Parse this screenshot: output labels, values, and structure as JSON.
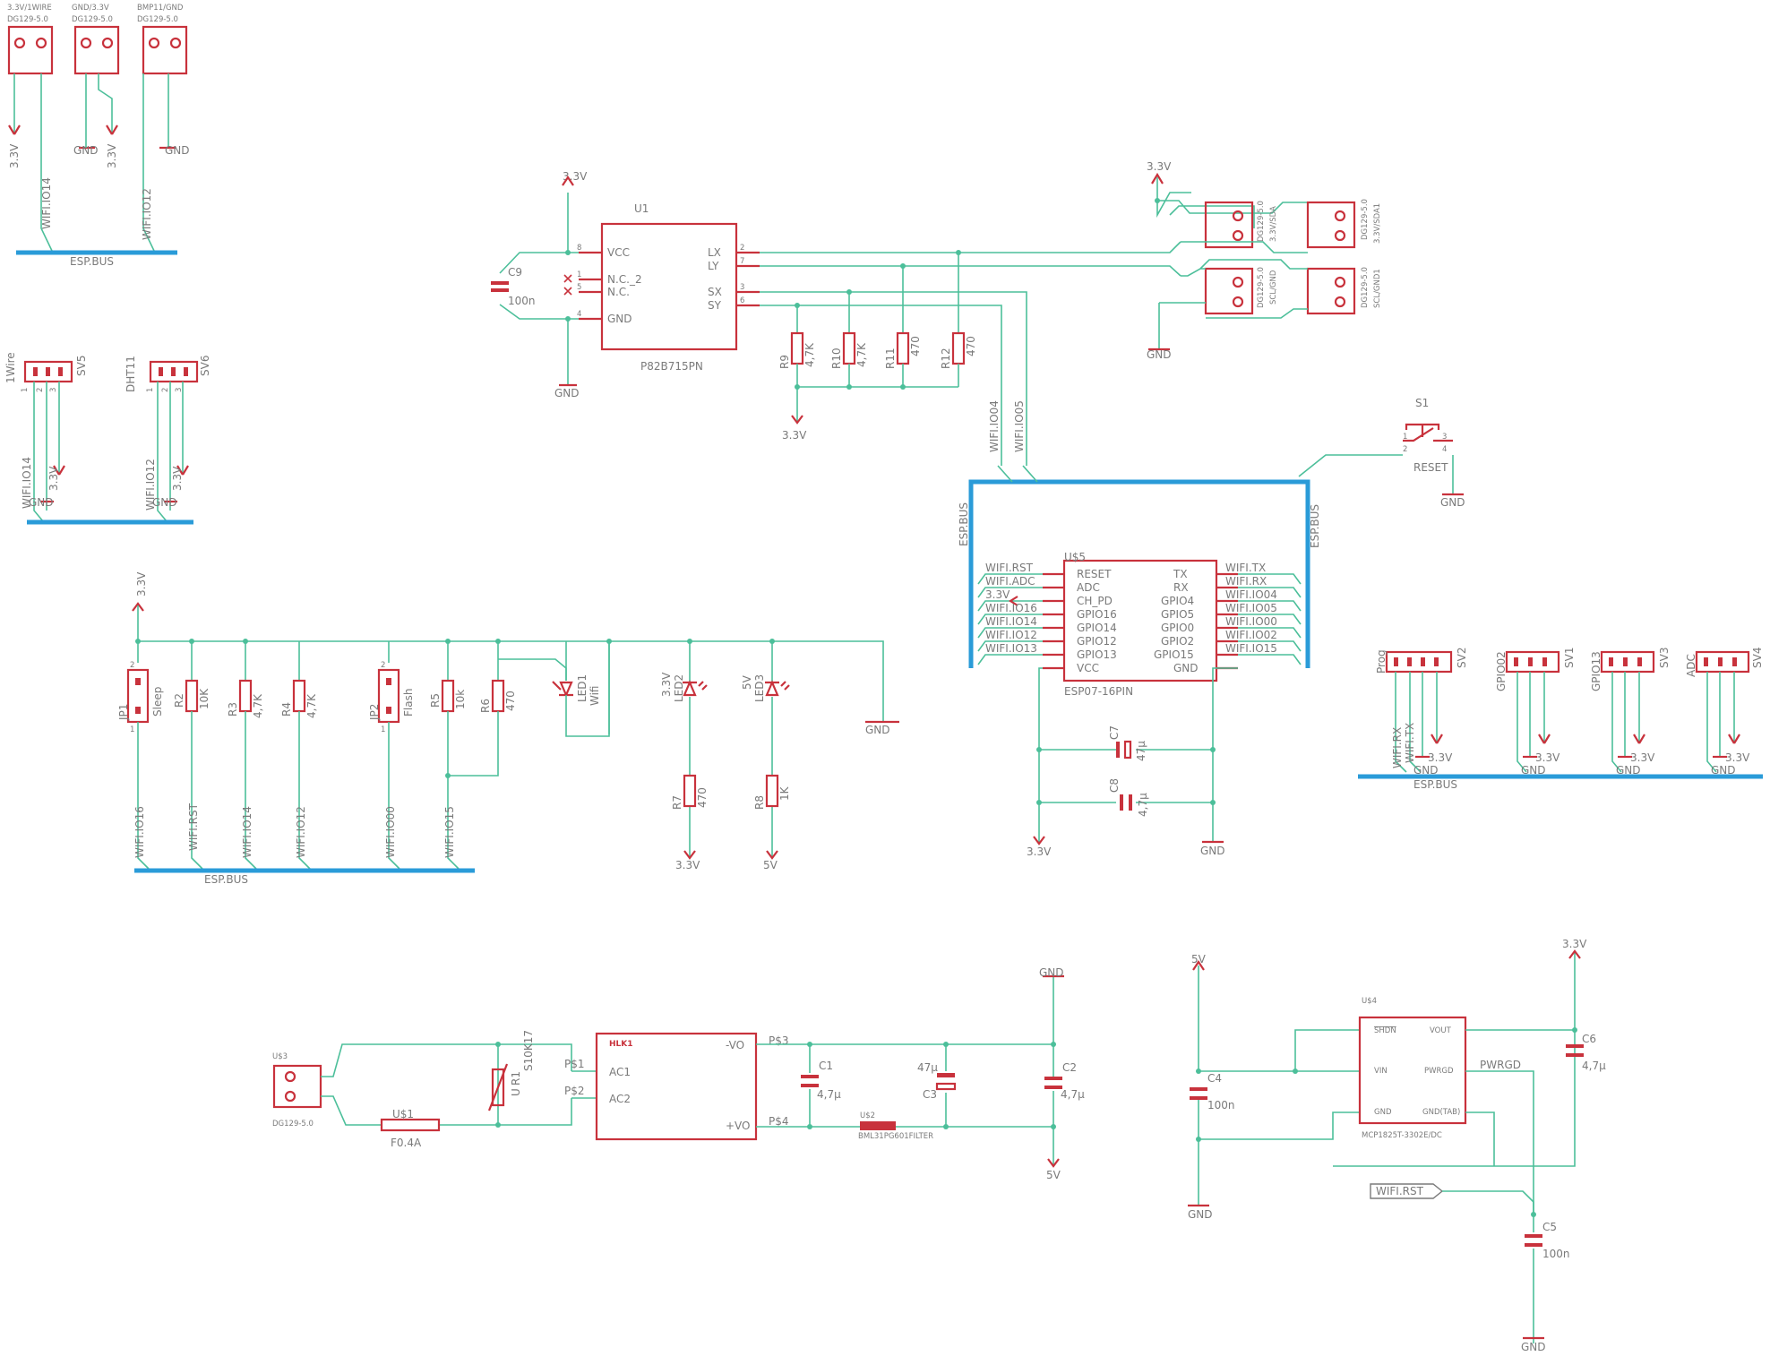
{
  "colors": {
    "wire": "#4cbf9a",
    "part": "#c8323c",
    "bus": "#2a9bd8",
    "text": "#7a7a7a"
  },
  "net": {
    "v33": "3.3V",
    "gnd": "GND",
    "v5": "5V",
    "esp_bus": "ESP.BUS",
    "io14": "WIFI.IO14",
    "io12": "WIFI.IO12",
    "io16": "WIFI.IO16",
    "io00": "WIFI.IO00",
    "io15": "WIFI.IO15",
    "io04": "WIFI.IO04",
    "io05": "WIFI.IO05",
    "io02": "WIFI.IO02",
    "io13": "WIFI.IO13",
    "rst": "WIFI.RST",
    "adc": "WIFI.ADC",
    "tx": "WIFI.TX",
    "rx": "WIFI.RX",
    "pwrgd": "PWRGD",
    "ps1": "P$1",
    "ps2": "P$2",
    "ps3": "P$3",
    "ps4": "P$4"
  },
  "top_terms": [
    {
      "label": "3.3V/1WIRE",
      "pkg": "DG129-5.0"
    },
    {
      "label": "GND/3.3V",
      "pkg": "DG129-5.0"
    },
    {
      "label": "BMP11/GND",
      "pkg": "DG129-5.0"
    }
  ],
  "sv5": {
    "name": "SV5",
    "label": "1Wire",
    "pins": [
      "1",
      "2",
      "3"
    ]
  },
  "sv6": {
    "name": "SV6",
    "label": "DHT11",
    "pins": [
      "1",
      "2",
      "3"
    ]
  },
  "u1": {
    "name": "U1",
    "part": "P82B715PN",
    "left_pins": [
      {
        "num": "8",
        "name": "VCC"
      },
      {
        "num": "1",
        "name": "N.C._2"
      },
      {
        "num": "5",
        "name": "N.C."
      },
      {
        "num": "4",
        "name": "GND"
      }
    ],
    "right_pins": [
      {
        "num": "2",
        "name": "LX"
      },
      {
        "num": "7",
        "name": "LY"
      },
      {
        "num": "3",
        "name": "SX"
      },
      {
        "num": "6",
        "name": "SY"
      }
    ]
  },
  "c9": {
    "name": "C9",
    "value": "100n"
  },
  "pullups": [
    {
      "name": "R9",
      "value": "4,7K"
    },
    {
      "name": "R10",
      "value": "4,7K"
    },
    {
      "name": "R11",
      "value": "470"
    },
    {
      "name": "R12",
      "value": "470"
    }
  ],
  "i2c_terms": [
    {
      "pkg": "DG129-5.0",
      "label": "3.3V/SDA"
    },
    {
      "pkg": "DG129-5.0",
      "label": "3.3V/SDA1"
    },
    {
      "pkg": "DG129-5.0",
      "label": "SCL/GND"
    },
    {
      "pkg": "DG129-5.0",
      "label": "SCL/GND1"
    }
  ],
  "s1": {
    "name": "S1",
    "label": "RESET",
    "pins": [
      "1",
      "2",
      "3",
      "4"
    ]
  },
  "esp": {
    "name": "U$5",
    "part": "ESP07-16PIN",
    "left_pins": [
      "RESET",
      "ADC",
      "CH_PD",
      "GPIO16",
      "GPIO14",
      "GPIO12",
      "GPIO13",
      "VCC"
    ],
    "right_pins": [
      "TX",
      "RX",
      "GPIO4",
      "GPIO5",
      "GPIO0",
      "GPIO2",
      "GPIO15",
      "GND"
    ],
    "left_nets": [
      "WIFI.RST",
      "WIFI.ADC",
      "3.3V",
      "WIFI.IO16",
      "WIFI.IO14",
      "WIFI.IO12",
      "WIFI.IO13"
    ],
    "right_nets": [
      "WIFI.TX",
      "WIFI.RX",
      "WIFI.IO04",
      "WIFI.IO05",
      "WIFI.IO00",
      "WIFI.IO02",
      "WIFI.IO15"
    ]
  },
  "c7": {
    "name": "C7",
    "value": "47µ"
  },
  "c8": {
    "name": "C8",
    "value": "4,7µ"
  },
  "jp1": {
    "name": "JP1",
    "label": "Sleep"
  },
  "jp2": {
    "name": "JP2",
    "label": "Flash"
  },
  "res_mid": [
    {
      "name": "R2",
      "value": "10K"
    },
    {
      "name": "R3",
      "value": "4,7K"
    },
    {
      "name": "R4",
      "value": "4,7K"
    },
    {
      "name": "R5",
      "value": "10k"
    },
    {
      "name": "R6",
      "value": "470"
    },
    {
      "name": "R7",
      "value": "470"
    },
    {
      "name": "R8",
      "value": "1K"
    }
  ],
  "leds": [
    {
      "name": "LED1",
      "label": "Wifi"
    },
    {
      "name": "LED2",
      "label": "3.3V"
    },
    {
      "name": "LED3",
      "label": "5V"
    }
  ],
  "headers": [
    {
      "name": "SV2",
      "label": "Prog",
      "nets": [
        "WIFI.RX",
        "WIFI.TX",
        "GND",
        "3.3V"
      ]
    },
    {
      "name": "SV1",
      "label": "GPIO02",
      "nets": [
        "GND",
        "3.3V"
      ]
    },
    {
      "name": "SV3",
      "label": "GPIO13",
      "nets": [
        "GND",
        "3.3V"
      ]
    },
    {
      "name": "SV4",
      "label": "ADC",
      "nets": [
        "GND",
        "3.3V"
      ]
    }
  ],
  "power": {
    "u3": {
      "name": "U$3",
      "pkg": "DG129-5.0"
    },
    "fuse": {
      "name": "U$1",
      "value": "F0.4A"
    },
    "varistor": {
      "name": "R1",
      "value": "S10K17",
      "sym": "U"
    },
    "hlk": {
      "name": "HLK1",
      "pins": [
        "AC1",
        "AC2",
        "-VO",
        "+VO"
      ]
    },
    "c1": {
      "name": "C1",
      "value": "4,7µ"
    },
    "c3": {
      "name": "C3",
      "value": "47µ"
    },
    "c2": {
      "name": "C2",
      "value": "4,7µ"
    },
    "filter": {
      "name": "U$2",
      "part": "BML31PG601FILTER"
    }
  },
  "ldo": {
    "name": "U$4",
    "part": "MCP1825T-3302E/DC",
    "pins": [
      "SHDN",
      "VOUT",
      "VIN",
      "PWRGD",
      "GND",
      "GND(TAB)"
    ],
    "c4": {
      "name": "C4",
      "value": "100n"
    },
    "c5": {
      "name": "C5",
      "value": "100n"
    },
    "c6": {
      "name": "C6",
      "value": "4,7µ"
    }
  }
}
